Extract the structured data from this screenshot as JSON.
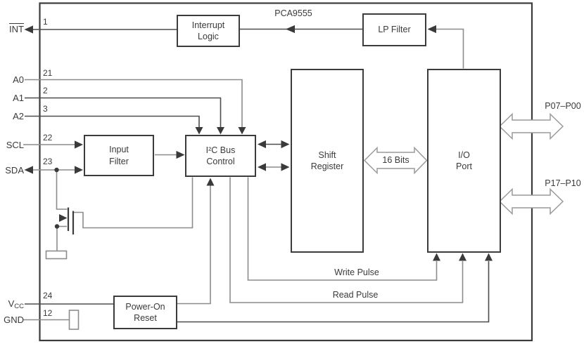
{
  "chip": {
    "part_number": "PCA9555"
  },
  "blocks": {
    "interrupt_logic": {
      "line1": "Interrupt",
      "line2": "Logic"
    },
    "lp_filter": {
      "line1": "LP Filter"
    },
    "input_filter": {
      "line1": "Input",
      "line2": "Filter"
    },
    "i2c_bus_control": {
      "line1": "I²C Bus",
      "line2": "Control"
    },
    "shift_register": {
      "line1": "Shift",
      "line2": "Register"
    },
    "io_port": {
      "line1": "I/O",
      "line2": "Port"
    },
    "power_on_reset": {
      "line1": "Power-On",
      "line2": "Reset"
    }
  },
  "pins": {
    "int": {
      "label": "INT",
      "number": "1"
    },
    "a0": {
      "label": "A0",
      "number": "21"
    },
    "a1": {
      "label": "A1",
      "number": "2"
    },
    "a2": {
      "label": "A2",
      "number": "3"
    },
    "scl": {
      "label": "SCL",
      "number": "22"
    },
    "sda": {
      "label": "SDA",
      "number": "23"
    },
    "vcc": {
      "base": "V",
      "sub": "CC",
      "number": "24"
    },
    "gnd": {
      "label": "GND",
      "number": "12"
    }
  },
  "buses": {
    "internal_width": "16 Bits",
    "port0": "P07–P00",
    "port1": "P17–P10"
  },
  "signals": {
    "write_pulse": "Write Pulse",
    "read_pulse": "Read Pulse"
  },
  "colors": {
    "block_border": "#3c3c3c",
    "wire_gray": "#8c8c8c",
    "wire_dark": "#4d4d4d",
    "arrowhead": "#3a3a3a"
  }
}
